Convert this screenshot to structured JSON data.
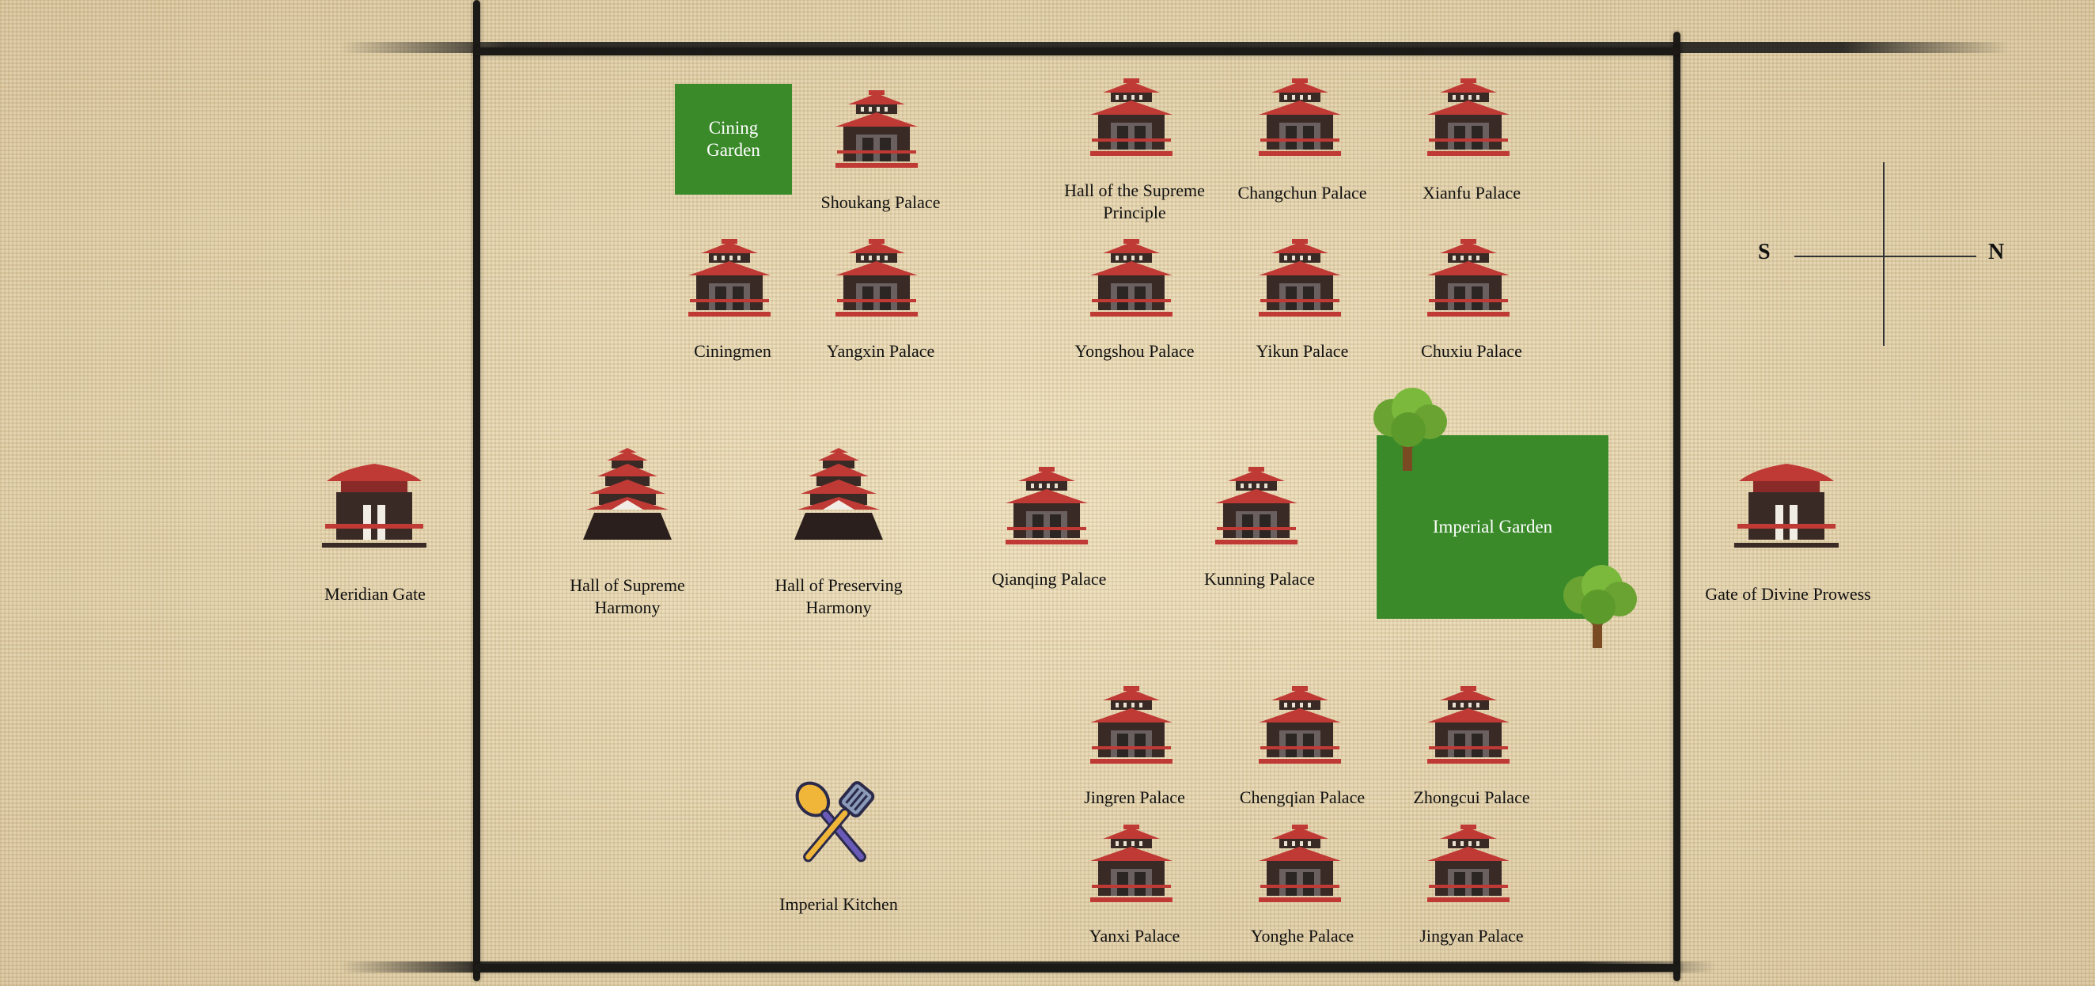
{
  "map": {
    "compass": {
      "south": "S",
      "north": "N"
    },
    "gardens": {
      "cining": "Cining\nGarden",
      "imperial": "Imperial Garden"
    },
    "gates": {
      "meridian": "Meridian Gate",
      "divine_prowess": "Gate of Divine Prowess"
    },
    "halls": {
      "supreme_harmony": "Hall of Supreme\nHarmony",
      "preserving_harmony": "Hall of Preserving\nHarmony"
    },
    "palaces": {
      "shoukang": "Shoukang Palace",
      "supreme_principle": "Hall of the Supreme\nPrinciple",
      "changchun": "Changchun Palace",
      "xianfu": "Xianfu Palace",
      "ciningmen": "Ciningmen",
      "yangxin": "Yangxin Palace",
      "yongshou": "Yongshou Palace",
      "yikun": "Yikun Palace",
      "chuxiu": "Chuxiu Palace",
      "qianqing": "Qianqing Palace",
      "kunning": "Kunning Palace",
      "jingren": "Jingren Palace",
      "chengqian": "Chengqian Palace",
      "zhongcui": "Zhongcui Palace",
      "yanxi": "Yanxi Palace",
      "yonghe": "Yonghe Palace",
      "jingyan": "Jingyan Palace"
    },
    "kitchen": "Imperial Kitchen",
    "colors": {
      "roof": "#c03a35",
      "wall": "#3a2a26",
      "garden": "#3a8a2a",
      "wood": "#1c1a17"
    }
  }
}
